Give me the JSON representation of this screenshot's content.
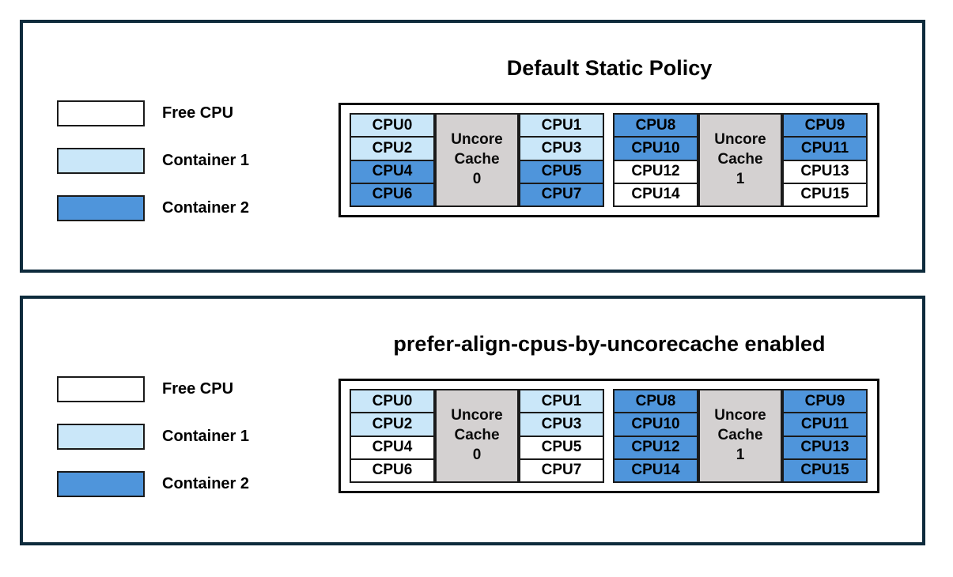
{
  "colors": {
    "free": "#FFFFFF",
    "container1": "#CAE7F9",
    "container2": "#4F95DB",
    "cache": "#D4D1D1",
    "panel_border": "#0E2B3C"
  },
  "legend": {
    "items": [
      {
        "label": "Free CPU",
        "state": "free"
      },
      {
        "label": "Container 1",
        "state": "container1"
      },
      {
        "label": "Container 2",
        "state": "container2"
      }
    ]
  },
  "panels": [
    {
      "title": "Default Static Policy",
      "groups": [
        {
          "cache": {
            "line1": "Uncore",
            "line2": "Cache",
            "id": "0"
          },
          "left_cpus": [
            {
              "label": "CPU0",
              "state": "container1"
            },
            {
              "label": "CPU2",
              "state": "container1"
            },
            {
              "label": "CPU4",
              "state": "container2"
            },
            {
              "label": "CPU6",
              "state": "container2"
            }
          ],
          "right_cpus": [
            {
              "label": "CPU1",
              "state": "container1"
            },
            {
              "label": "CPU3",
              "state": "container1"
            },
            {
              "label": "CPU5",
              "state": "container2"
            },
            {
              "label": "CPU7",
              "state": "container2"
            }
          ]
        },
        {
          "cache": {
            "line1": "Uncore",
            "line2": "Cache",
            "id": "1"
          },
          "left_cpus": [
            {
              "label": "CPU8",
              "state": "container2"
            },
            {
              "label": "CPU10",
              "state": "container2"
            },
            {
              "label": "CPU12",
              "state": "free"
            },
            {
              "label": "CPU14",
              "state": "free"
            }
          ],
          "right_cpus": [
            {
              "label": "CPU9",
              "state": "container2"
            },
            {
              "label": "CPU11",
              "state": "container2"
            },
            {
              "label": "CPU13",
              "state": "free"
            },
            {
              "label": "CPU15",
              "state": "free"
            }
          ]
        }
      ]
    },
    {
      "title": "prefer-align-cpus-by-uncorecache enabled",
      "groups": [
        {
          "cache": {
            "line1": "Uncore",
            "line2": "Cache",
            "id": "0"
          },
          "left_cpus": [
            {
              "label": "CPU0",
              "state": "container1"
            },
            {
              "label": "CPU2",
              "state": "container1"
            },
            {
              "label": "CPU4",
              "state": "free"
            },
            {
              "label": "CPU6",
              "state": "free"
            }
          ],
          "right_cpus": [
            {
              "label": "CPU1",
              "state": "container1"
            },
            {
              "label": "CPU3",
              "state": "container1"
            },
            {
              "label": "CPU5",
              "state": "free"
            },
            {
              "label": "CPU7",
              "state": "free"
            }
          ]
        },
        {
          "cache": {
            "line1": "Uncore",
            "line2": "Cache",
            "id": "1"
          },
          "left_cpus": [
            {
              "label": "CPU8",
              "state": "container2"
            },
            {
              "label": "CPU10",
              "state": "container2"
            },
            {
              "label": "CPU12",
              "state": "container2"
            },
            {
              "label": "CPU14",
              "state": "container2"
            }
          ],
          "right_cpus": [
            {
              "label": "CPU9",
              "state": "container2"
            },
            {
              "label": "CPU11",
              "state": "container2"
            },
            {
              "label": "CPU13",
              "state": "container2"
            },
            {
              "label": "CPU15",
              "state": "container2"
            }
          ]
        }
      ]
    }
  ]
}
